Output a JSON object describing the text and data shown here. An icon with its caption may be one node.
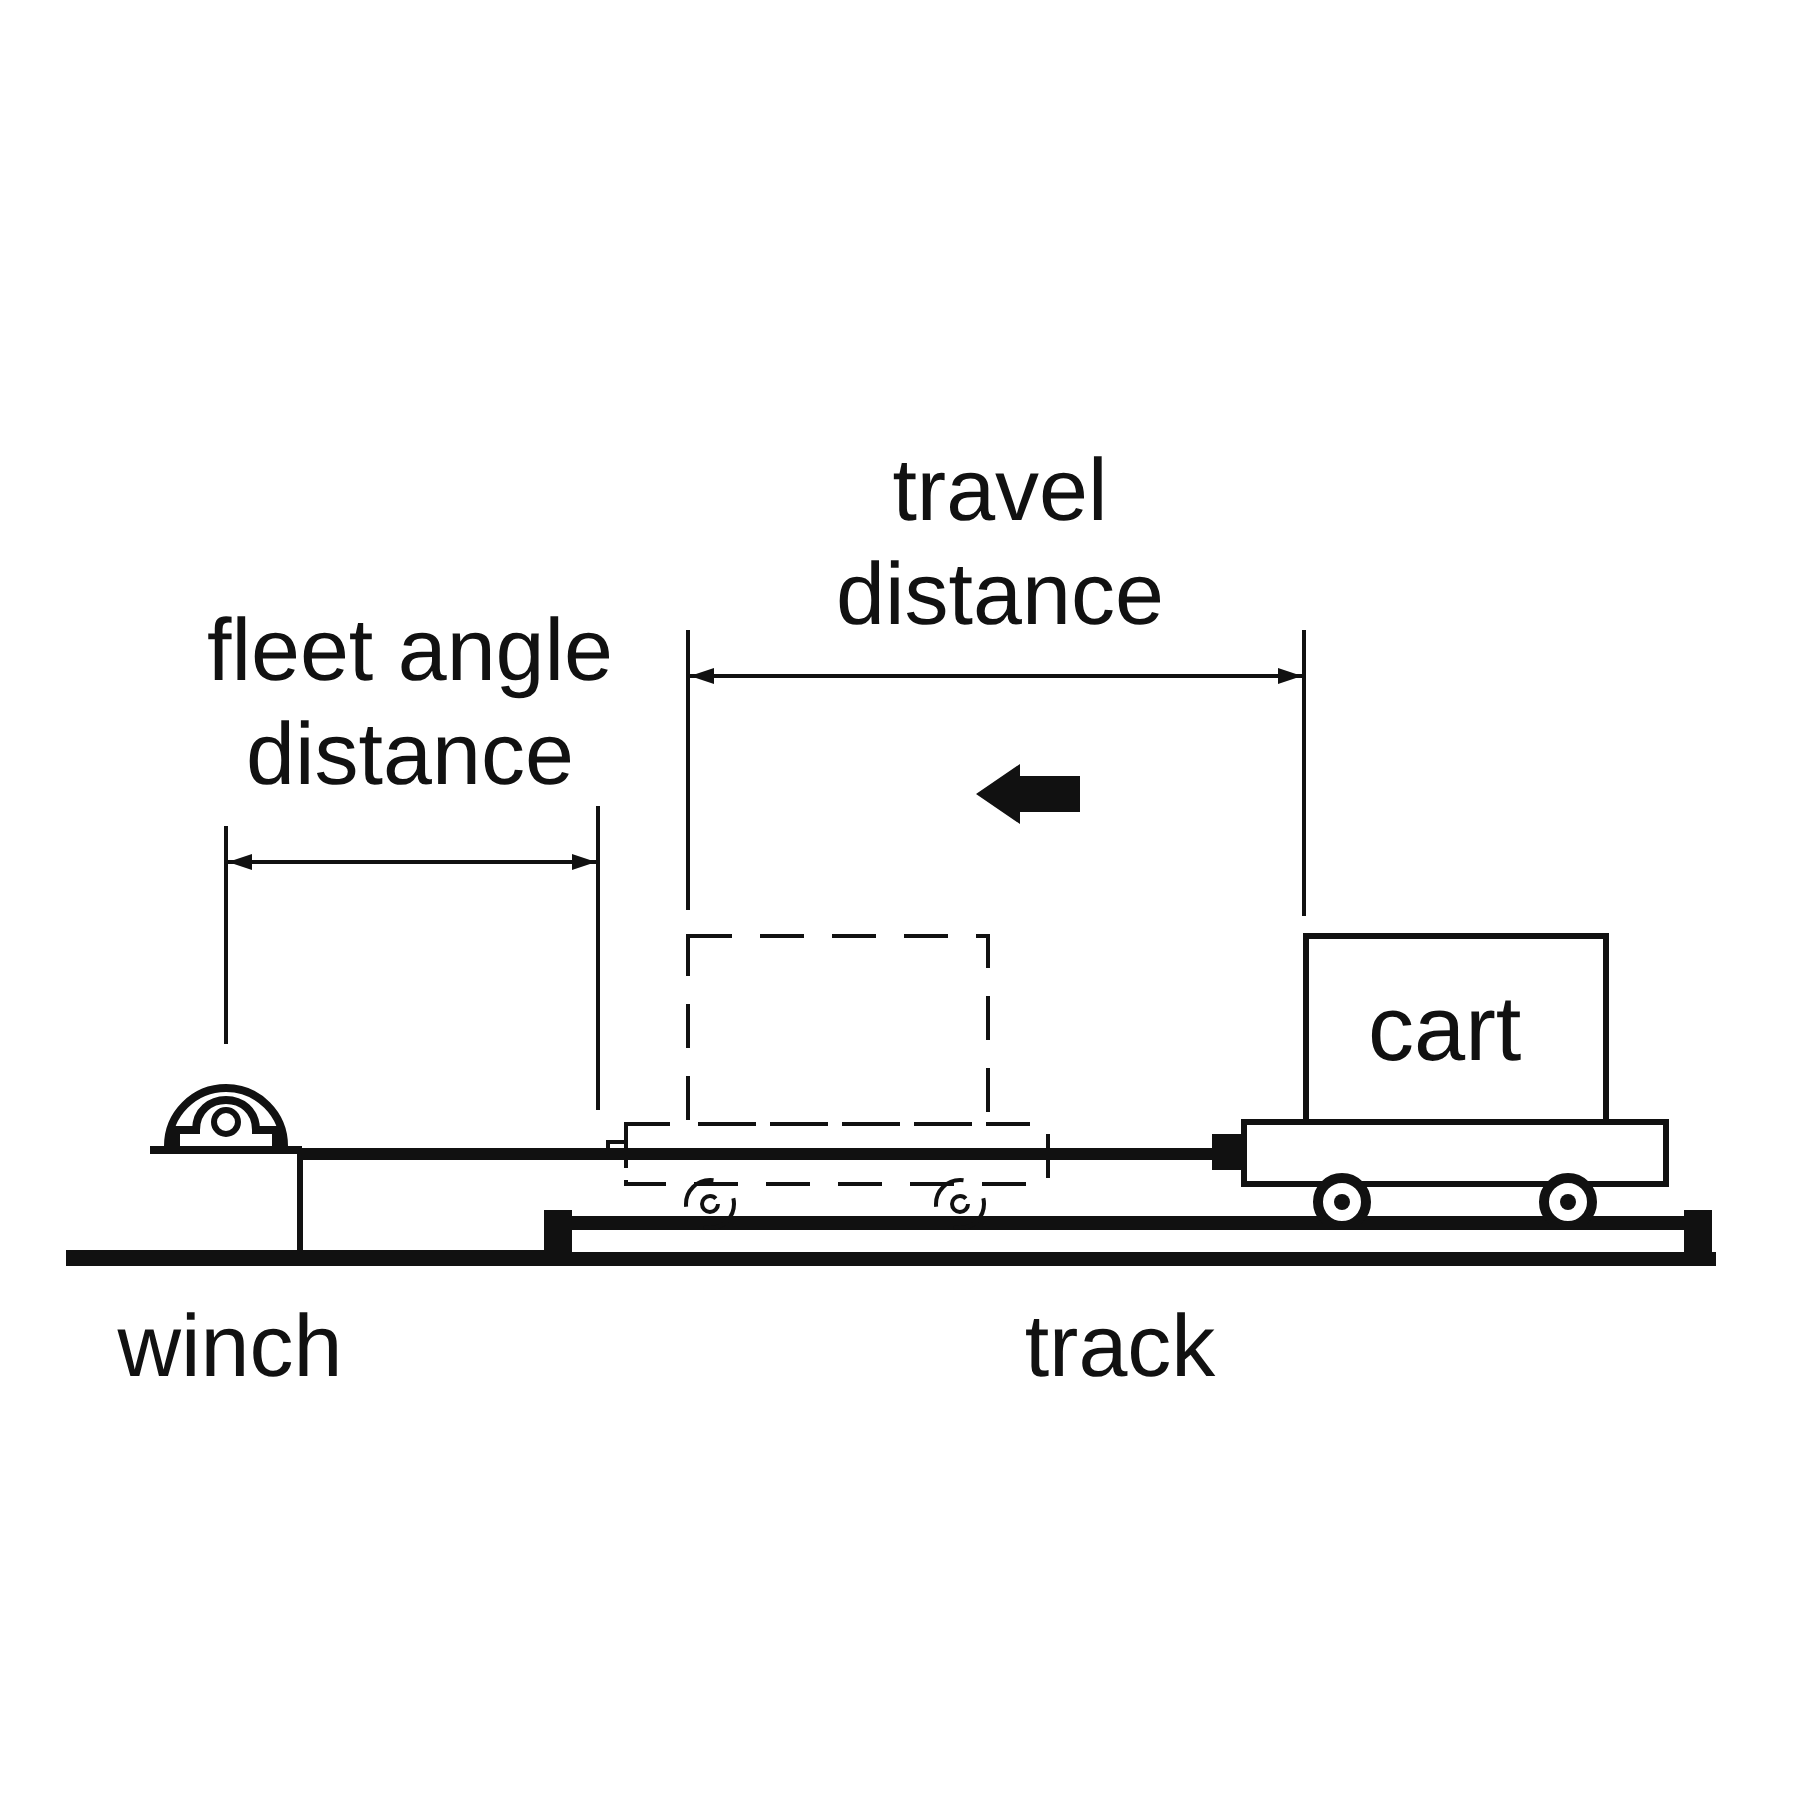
{
  "diagram": {
    "nodes": [
      {
        "text": [],
        "shape": "picture"
      },
      {
        "text": [
          "cart"
        ]
      }
    ],
    "edges": [
      {
        "from": 0,
        "to": 1,
        "arrow": "none"
      }
    ],
    "labels": [
      "fleet angle distance",
      "travel distance",
      "winch",
      "track"
    ]
  }
}
